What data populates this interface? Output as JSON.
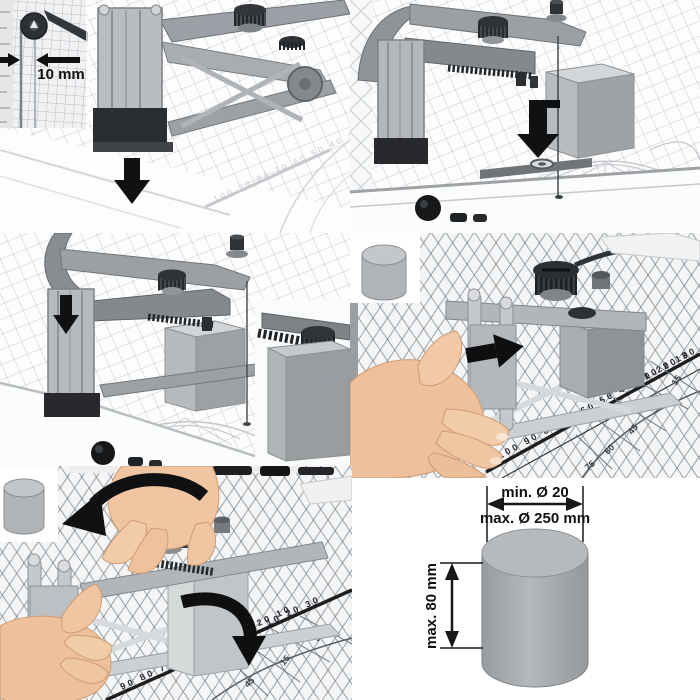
{
  "labels": {
    "wire_offset": "10 mm",
    "min_diameter": "min. Ø 20",
    "max_diameter": "max. Ø 250 mm",
    "max_height": "max. 80 mm"
  },
  "scales": {
    "mm_desc": [
      "100",
      "90",
      "80",
      "70",
      "60",
      "50",
      "40",
      "30",
      "20",
      "10"
    ],
    "mm_asc": [
      "10",
      "20",
      "30"
    ],
    "mm_desc_short": [
      "90",
      "80",
      "70",
      "60",
      "50",
      "40",
      "30",
      "20",
      "10"
    ],
    "angles": {
      "a15": "15",
      "a30": "30",
      "a45": "45",
      "a60": "60",
      "a75": "75"
    }
  },
  "panels": [
    {
      "id": "step-1",
      "icon": "arrow-down-icon",
      "inset": "wire-offset-detail"
    },
    {
      "id": "step-2",
      "icon": "arrow-down-icon"
    },
    {
      "id": "step-3",
      "icon": "arrow-down-icon",
      "inset": "gear-rack-detail"
    },
    {
      "id": "step-4",
      "icon": "arrow-right-icon",
      "inset": "cylinder-icon"
    },
    {
      "id": "step-5",
      "icon": "arrow-rotate-ccw-icon",
      "inset": "cylinder-icon"
    },
    {
      "id": "step-6",
      "icon": "dimension-diagram"
    }
  ],
  "colors": {
    "ink": "#111213",
    "device_grey": "#aeb2b6",
    "device_dark": "#3a3e42",
    "foam_grey": "#c7cacc",
    "skin": "#eec29e",
    "mat_line": "#a9aeb3",
    "background": "#ffffff"
  }
}
